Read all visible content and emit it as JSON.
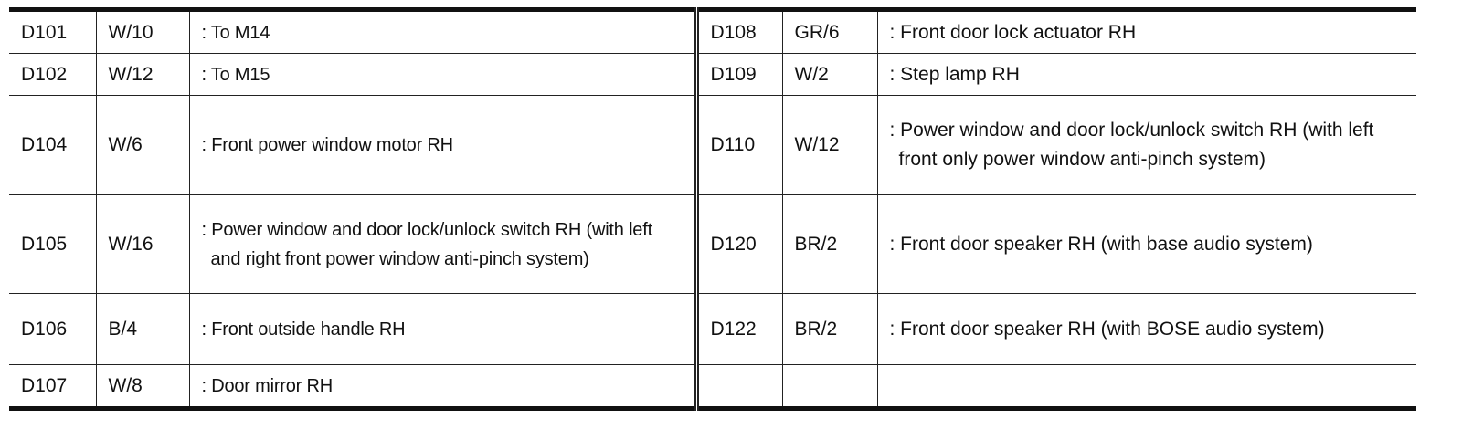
{
  "connector_table": {
    "rows": [
      {
        "left": {
          "code": "D101",
          "connector": "W/10",
          "description": ": To M14"
        },
        "right": {
          "code": "D108",
          "connector": "GR/6",
          "description": ": Front door lock actuator RH"
        }
      },
      {
        "left": {
          "code": "D102",
          "connector": "W/12",
          "description": ": To M15"
        },
        "right": {
          "code": "D109",
          "connector": "W/2",
          "description": ": Step lamp RH"
        }
      },
      {
        "left": {
          "code": "D104",
          "connector": "W/6",
          "description": ": Front power window motor RH"
        },
        "right": {
          "code": "D110",
          "connector": "W/12",
          "description": ": Power window and door lock/unlock switch RH (with left front only power window anti-pinch system)"
        }
      },
      {
        "left": {
          "code": "D105",
          "connector": "W/16",
          "description": ": Power window and door lock/unlock switch RH (with left and right front power window anti-pinch system)"
        },
        "right": {
          "code": "D120",
          "connector": "BR/2",
          "description": ": Front door speaker RH (with base audio system)"
        }
      },
      {
        "left": {
          "code": "D106",
          "connector": "B/4",
          "description": ": Front outside handle RH"
        },
        "right": {
          "code": "D122",
          "connector": "BR/2",
          "description": ": Front door speaker RH (with BOSE audio system)"
        }
      },
      {
        "left": {
          "code": "D107",
          "connector": "W/8",
          "description": ": Door mirror RH"
        },
        "right": {
          "code": "",
          "connector": "",
          "description": ""
        }
      }
    ]
  }
}
